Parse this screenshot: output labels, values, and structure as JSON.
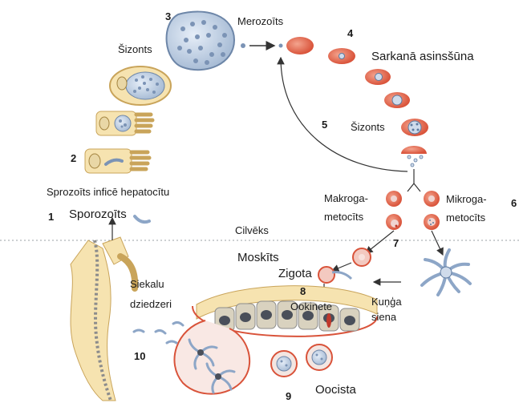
{
  "labels": {
    "merozoits": "Merozoīts",
    "sarkana": "Sarkanā asinsšūna",
    "sizonts_top": "Šizonts",
    "sizonts_right": "Šizonts",
    "sprozoits_hep": "Sprozoīts inficē hepatocītu",
    "sporozoits": "Sporozoīts",
    "cilveks": "Cilvēks",
    "moskits": "Moskīts",
    "makro": [
      "Makroga-",
      "metocīts"
    ],
    "mikro": [
      "Mikroga-",
      "metocīts"
    ],
    "zigota": "Zigota",
    "siekalu": [
      "Siekalu",
      "dziedzeri"
    ],
    "ookinete": "Ookinete",
    "kunga": [
      "Kuņģa",
      "siena"
    ],
    "oocista": "Oocista"
  },
  "numbers": [
    "1",
    "2",
    "3",
    "4",
    "5",
    "6",
    "7",
    "8",
    "9",
    "10"
  ],
  "colors": {
    "rbc": "#e8735a",
    "cell_fill": "#f6e3b0",
    "cell_stroke": "#c9a45a",
    "parasite": "#7b93b5",
    "nucleus": "#4a4f5a",
    "divider": "#9aa0a6"
  }
}
